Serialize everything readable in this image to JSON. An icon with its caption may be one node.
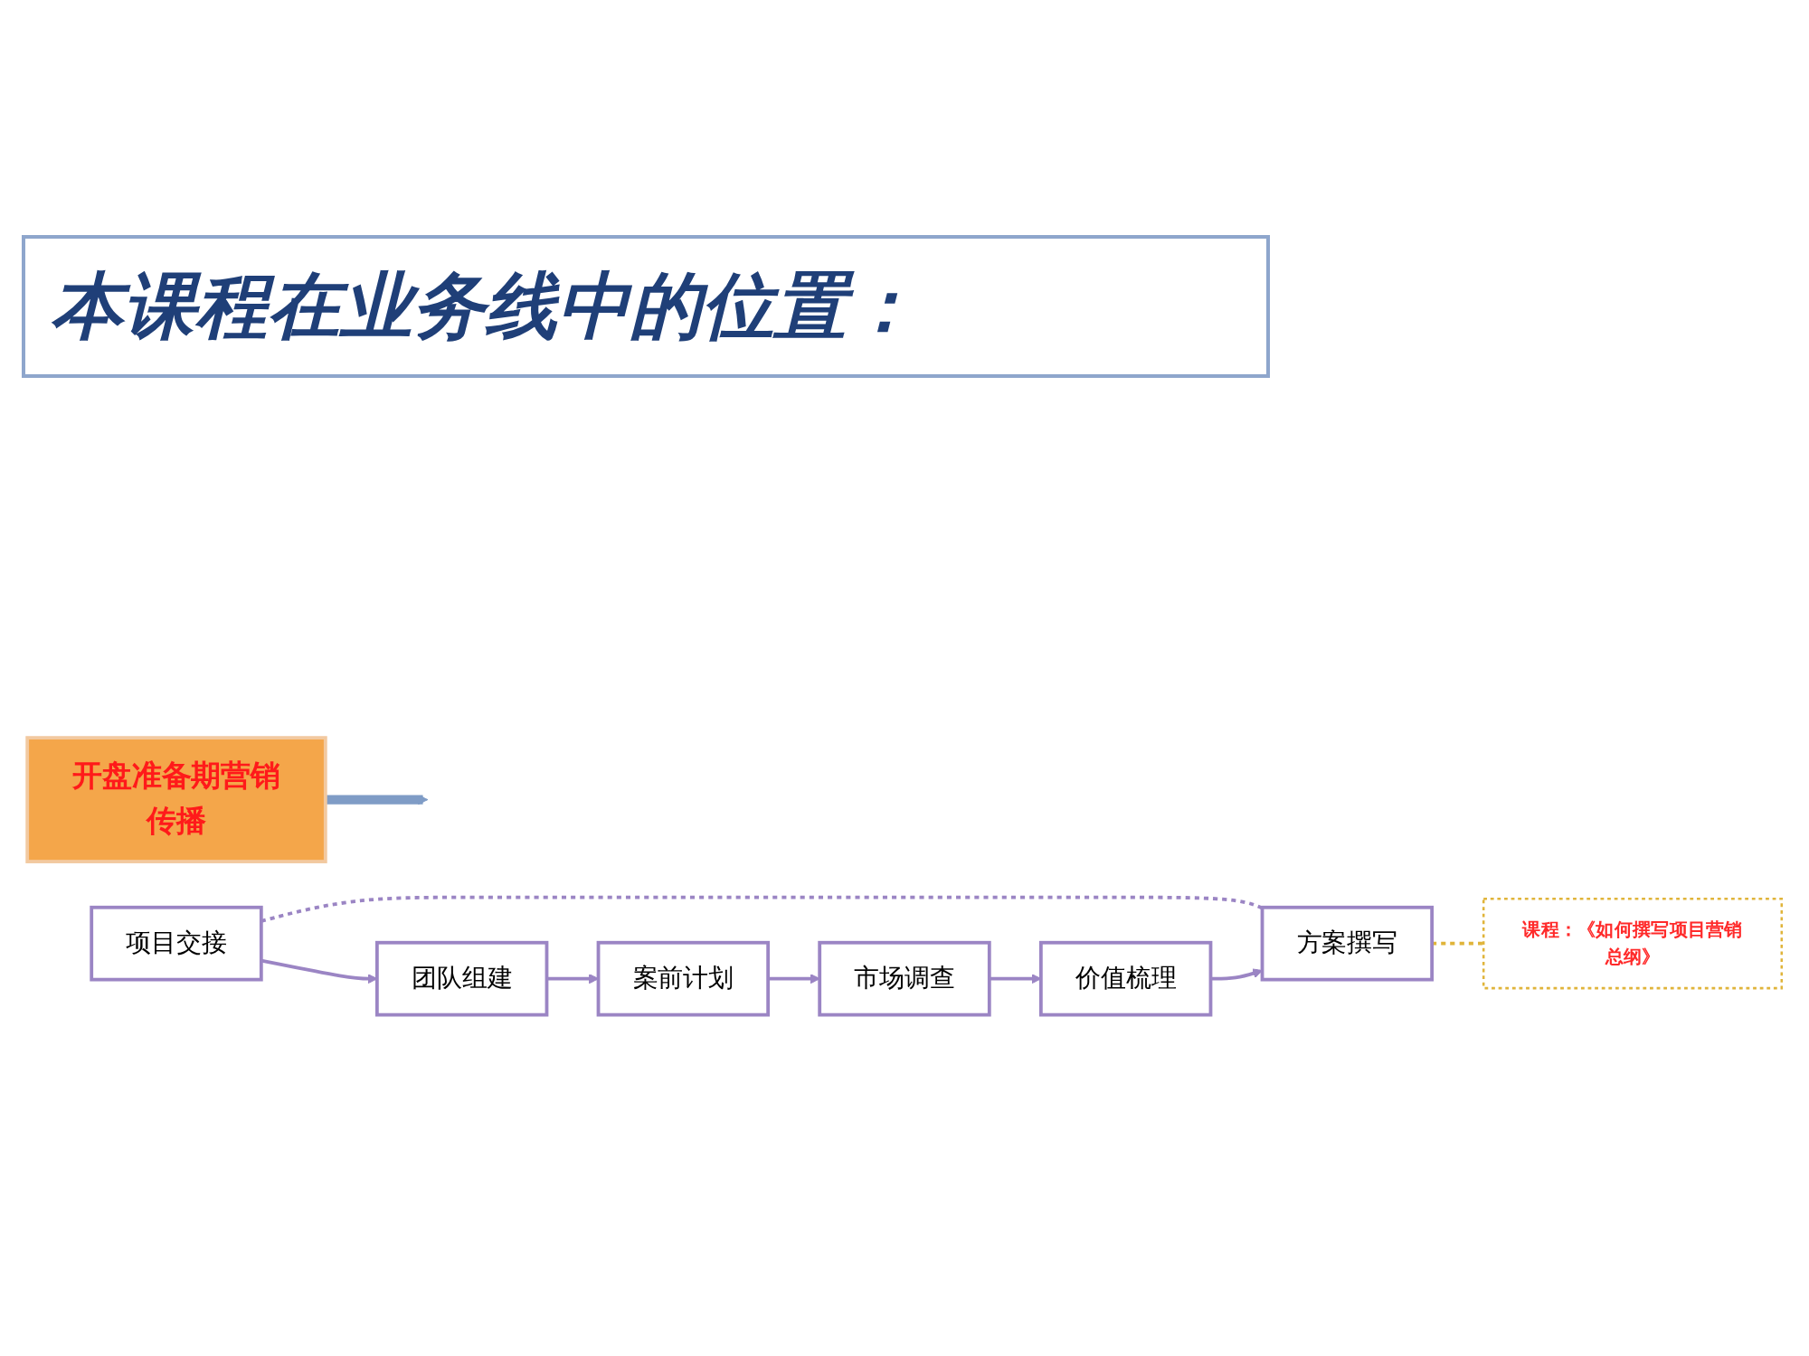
{
  "diagram": {
    "title": "本课程在业务线中的位置：",
    "nodes": [
      {
        "text": [
          "开盘准备期营销传播"
        ]
      },
      {
        "text": [
          "项目交接"
        ]
      },
      {
        "text": [
          "团队组建"
        ]
      },
      {
        "text": [
          "案前计划"
        ]
      },
      {
        "text": [
          "市场调查"
        ]
      },
      {
        "text": [
          "价值梳理"
        ]
      },
      {
        "text": [
          "方案撰写"
        ]
      },
      {
        "text": [
          "课程：《如何撰写项目营销总纲》"
        ]
      }
    ],
    "edges": [
      {
        "from": 0,
        "to": null,
        "arrow": "to",
        "style": "thick",
        "color": "#7f9cc6"
      },
      {
        "from": 1,
        "to": 6,
        "arrow": "none",
        "style": "dashed"
      },
      {
        "from": 1,
        "to": 2,
        "arrow": "to"
      },
      {
        "from": 2,
        "to": 3,
        "arrow": "to"
      },
      {
        "from": 3,
        "to": 4,
        "arrow": "to"
      },
      {
        "from": 4,
        "to": 5,
        "arrow": "to"
      },
      {
        "from": 5,
        "to": 6,
        "arrow": "to"
      },
      {
        "from": 6,
        "to": 7,
        "arrow": "none",
        "style": "dashed",
        "color": "#e0b43a"
      }
    ]
  }
}
